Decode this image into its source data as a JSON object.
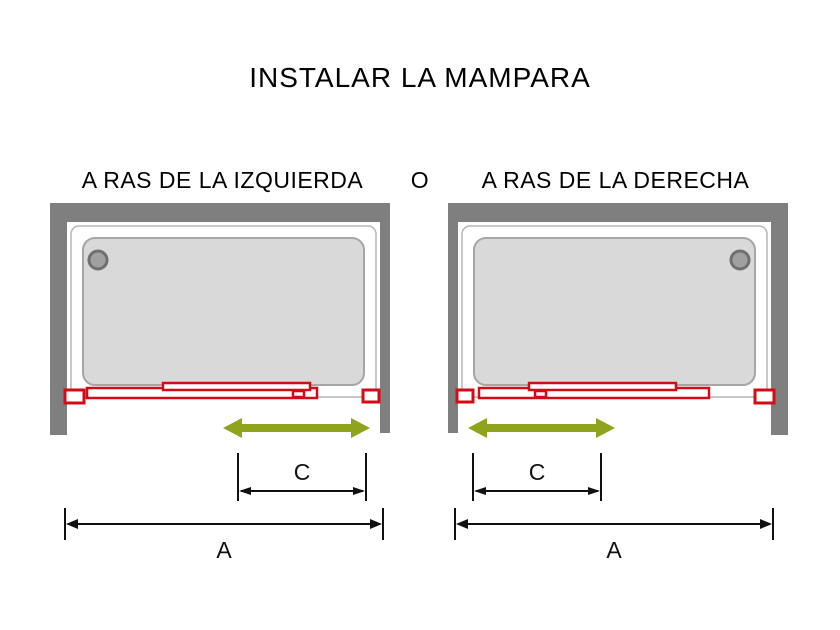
{
  "title": "INSTALAR LA MAMPARA",
  "separator": "O",
  "diagrams": {
    "left": {
      "label": "A RAS DE LA IZQUIERDA",
      "dim_c": "C",
      "dim_a": "A"
    },
    "right": {
      "label": "A RAS DE LA DERECHA",
      "dim_c": "C",
      "dim_a": "A"
    }
  },
  "colors": {
    "background": "#ffffff",
    "wall": "#7f7f7f",
    "tray_fill": "#d9d9d9",
    "door_red": "#d40b14",
    "arrow_green": "#8fa31c",
    "dimension": "#111111"
  }
}
